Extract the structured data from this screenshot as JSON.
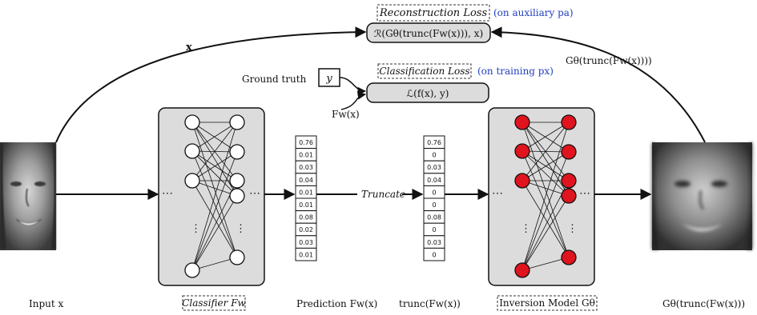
{
  "reconstruction": {
    "loss_title": "Reconstruction Loss",
    "loss_note": "(on auxiliary pa)",
    "loss_formula": "ℛ(Gθ(trunc(Fw(x))), x)"
  },
  "classification": {
    "loss_title": "Classification Loss",
    "loss_note": "(on training px)",
    "loss_formula": "ℒ(f(x), y)"
  },
  "labels": {
    "x_arc": "x",
    "ground_truth": "Ground truth",
    "y_box": "y",
    "fw_x": "Fw(x)",
    "g_output_arc": "Gθ(trunc(Fw(x))))",
    "truncate": "Truncate",
    "input": "Input x",
    "classifier": "Classifier Fw",
    "prediction": "Prediction Fw(x)",
    "trunc": "trunc(Fw(x))",
    "inversion": "Inversion Model Gθ",
    "output": "Gθ(trunc(Fw(x)))"
  },
  "prediction_vector": [
    "0.76",
    "0.01",
    "0.03",
    "0.04",
    "0.01",
    "0.01",
    "0.08",
    "0.02",
    "0.03",
    "0.01"
  ],
  "trunc_vector": [
    "0.76",
    "0",
    "0.03",
    "0.04",
    "0",
    "0",
    "0.08",
    "0",
    "0.03",
    "0"
  ],
  "colors": {
    "box_fill": "#dcdcdc",
    "neuron_red": "#e0141e",
    "note_blue": "#1f3fbf"
  }
}
